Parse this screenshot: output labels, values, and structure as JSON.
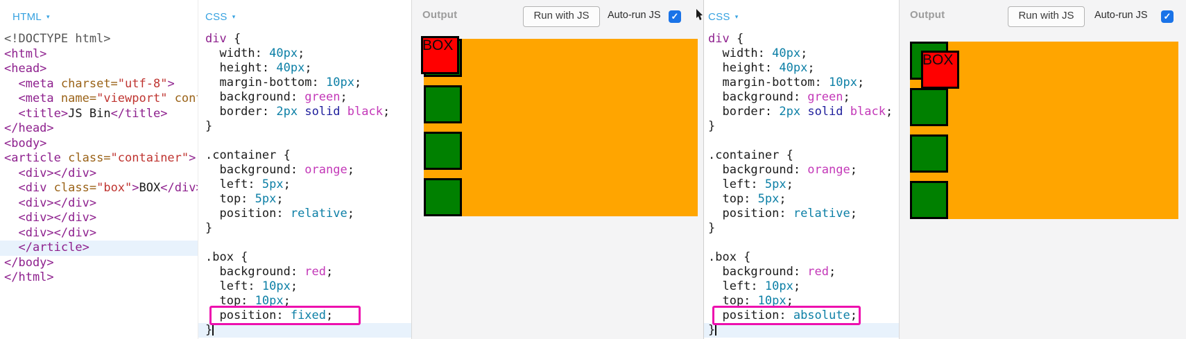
{
  "colors": {
    "accent_blue": "#35a1e0",
    "checkbox_blue": "#1a73e8",
    "annotation": "#ed0fae",
    "orange": "#ffa500",
    "green": "#008000",
    "red": "#ff0000",
    "output_bg": "#f4f4f5",
    "activeline": "#e8f2fc",
    "header_gray": "#9c9c9c",
    "tag": "#8d1f8d",
    "attr": "#9a6217",
    "string": "#bf3430",
    "meta": "#555555",
    "plain": "#1b1b1b",
    "number": "#0c7fa6",
    "keyword_solid": "#1f1f9c",
    "colorname": "#c338b8"
  },
  "html_editor": {
    "label": "HTML",
    "caret": "▾",
    "active_line": 14,
    "lines": [
      [
        [
          "m",
          "<!DOCTYPE html>"
        ]
      ],
      [
        [
          "t",
          "<html>"
        ]
      ],
      [
        [
          "t",
          "<head>"
        ]
      ],
      [
        [
          "p",
          "  "
        ],
        [
          "t",
          "<meta "
        ],
        [
          "a",
          "charset="
        ],
        [
          "s",
          "\"utf-8\""
        ],
        [
          "t",
          ">"
        ]
      ],
      [
        [
          "p",
          "  "
        ],
        [
          "t",
          "<meta "
        ],
        [
          "a",
          "name="
        ],
        [
          "s",
          "\"viewport\""
        ],
        [
          "a",
          " conte"
        ]
      ],
      [
        [
          "p",
          "  "
        ],
        [
          "t",
          "<title>"
        ],
        [
          "p",
          "JS Bin"
        ],
        [
          "t",
          "</title>"
        ]
      ],
      [
        [
          "t",
          "</head>"
        ]
      ],
      [
        [
          "t",
          "<body>"
        ]
      ],
      [
        [
          "t",
          "<article "
        ],
        [
          "a",
          "class="
        ],
        [
          "s",
          "\"container\""
        ],
        [
          "t",
          ">"
        ]
      ],
      [
        [
          "p",
          "  "
        ],
        [
          "t",
          "<div></div>"
        ]
      ],
      [
        [
          "p",
          "  "
        ],
        [
          "t",
          "<div "
        ],
        [
          "a",
          "class="
        ],
        [
          "s",
          "\"box\""
        ],
        [
          "t",
          ">"
        ],
        [
          "p",
          "BOX"
        ],
        [
          "t",
          "</div>"
        ]
      ],
      [
        [
          "p",
          "  "
        ],
        [
          "t",
          "<div></div>"
        ]
      ],
      [
        [
          "p",
          "  "
        ],
        [
          "t",
          "<div></div>"
        ]
      ],
      [
        [
          "p",
          "  "
        ],
        [
          "t",
          "<div></div>"
        ]
      ],
      [
        [
          "p",
          "  "
        ],
        [
          "t",
          "</article>"
        ]
      ],
      [
        [
          "t",
          "</body>"
        ]
      ],
      [
        [
          "t",
          "</html>"
        ]
      ]
    ]
  },
  "css_editor_fixed": {
    "label": "CSS",
    "caret": "▾",
    "active_line": 20,
    "cursor_line": 20,
    "annotated_line": 19,
    "lines": [
      [
        [
          "t",
          "div"
        ],
        [
          "p",
          " {"
        ]
      ],
      [
        [
          "p",
          "  width: "
        ],
        [
          "n",
          "40px"
        ],
        [
          "p",
          ";"
        ]
      ],
      [
        [
          "p",
          "  height: "
        ],
        [
          "n",
          "40px"
        ],
        [
          "p",
          ";"
        ]
      ],
      [
        [
          "p",
          "  margin-bottom: "
        ],
        [
          "n",
          "10px"
        ],
        [
          "p",
          ";"
        ]
      ],
      [
        [
          "p",
          "  background: "
        ],
        [
          "c",
          "green"
        ],
        [
          "p",
          ";"
        ]
      ],
      [
        [
          "p",
          "  border: "
        ],
        [
          "n",
          "2px"
        ],
        [
          "p",
          " "
        ],
        [
          "k",
          "solid"
        ],
        [
          "p",
          " "
        ],
        [
          "c",
          "black"
        ],
        [
          "p",
          ";"
        ]
      ],
      [
        [
          "p",
          "}"
        ]
      ],
      [],
      [
        [
          "p",
          ".container {"
        ]
      ],
      [
        [
          "p",
          "  background: "
        ],
        [
          "c",
          "orange"
        ],
        [
          "p",
          ";"
        ]
      ],
      [
        [
          "p",
          "  left: "
        ],
        [
          "n",
          "5px"
        ],
        [
          "p",
          ";"
        ]
      ],
      [
        [
          "p",
          "  top: "
        ],
        [
          "n",
          "5px"
        ],
        [
          "p",
          ";"
        ]
      ],
      [
        [
          "p",
          "  position: "
        ],
        [
          "n",
          "relative"
        ],
        [
          "p",
          ";"
        ]
      ],
      [
        [
          "p",
          "}"
        ]
      ],
      [],
      [
        [
          "p",
          ".box {"
        ]
      ],
      [
        [
          "p",
          "  background: "
        ],
        [
          "c",
          "red"
        ],
        [
          "p",
          ";"
        ]
      ],
      [
        [
          "p",
          "  left: "
        ],
        [
          "n",
          "10px"
        ],
        [
          "p",
          ";"
        ]
      ],
      [
        [
          "p",
          "  top: "
        ],
        [
          "n",
          "10px"
        ],
        [
          "p",
          ";"
        ]
      ],
      [
        [
          "p",
          "  position: "
        ],
        [
          "n",
          "fixed"
        ],
        [
          "p",
          ";"
        ]
      ],
      [
        [
          "p",
          "}"
        ]
      ]
    ]
  },
  "css_editor_absolute": {
    "label": "CSS",
    "caret": "▾",
    "active_line": 20,
    "cursor_line": 20,
    "annotated_line": 19,
    "lines": [
      [
        [
          "t",
          "div"
        ],
        [
          "p",
          " {"
        ]
      ],
      [
        [
          "p",
          "  width: "
        ],
        [
          "n",
          "40px"
        ],
        [
          "p",
          ";"
        ]
      ],
      [
        [
          "p",
          "  height: "
        ],
        [
          "n",
          "40px"
        ],
        [
          "p",
          ";"
        ]
      ],
      [
        [
          "p",
          "  margin-bottom: "
        ],
        [
          "n",
          "10px"
        ],
        [
          "p",
          ";"
        ]
      ],
      [
        [
          "p",
          "  background: "
        ],
        [
          "c",
          "green"
        ],
        [
          "p",
          ";"
        ]
      ],
      [
        [
          "p",
          "  border: "
        ],
        [
          "n",
          "2px"
        ],
        [
          "p",
          " "
        ],
        [
          "k",
          "solid"
        ],
        [
          "p",
          " "
        ],
        [
          "c",
          "black"
        ],
        [
          "p",
          ";"
        ]
      ],
      [
        [
          "p",
          "}"
        ]
      ],
      [],
      [
        [
          "p",
          ".container {"
        ]
      ],
      [
        [
          "p",
          "  background: "
        ],
        [
          "c",
          "orange"
        ],
        [
          "p",
          ";"
        ]
      ],
      [
        [
          "p",
          "  left: "
        ],
        [
          "n",
          "5px"
        ],
        [
          "p",
          ";"
        ]
      ],
      [
        [
          "p",
          "  top: "
        ],
        [
          "n",
          "5px"
        ],
        [
          "p",
          ";"
        ]
      ],
      [
        [
          "p",
          "  position: "
        ],
        [
          "n",
          "relative"
        ],
        [
          "p",
          ";"
        ]
      ],
      [
        [
          "p",
          "}"
        ]
      ],
      [],
      [
        [
          "p",
          ".box {"
        ]
      ],
      [
        [
          "p",
          "  background: "
        ],
        [
          "c",
          "red"
        ],
        [
          "p",
          ";"
        ]
      ],
      [
        [
          "p",
          "  left: "
        ],
        [
          "n",
          "10px"
        ],
        [
          "p",
          ";"
        ]
      ],
      [
        [
          "p",
          "  top: "
        ],
        [
          "n",
          "10px"
        ],
        [
          "p",
          ";"
        ]
      ],
      [
        [
          "p",
          "  position: "
        ],
        [
          "n",
          "absolute"
        ],
        [
          "p",
          ";"
        ]
      ],
      [
        [
          "p",
          "}"
        ]
      ]
    ]
  },
  "output_fixed": {
    "title": "Output",
    "run_button_label": "Run with JS",
    "autorun_label": "Auto-run JS",
    "autorun_checked": true,
    "check_icon": "✓",
    "box_text": "BOX"
  },
  "output_absolute": {
    "title": "Output",
    "run_button_label": "Run with JS",
    "autorun_label": "Auto-run JS",
    "autorun_checked": true,
    "check_icon": "✓",
    "box_text": "BOX"
  }
}
